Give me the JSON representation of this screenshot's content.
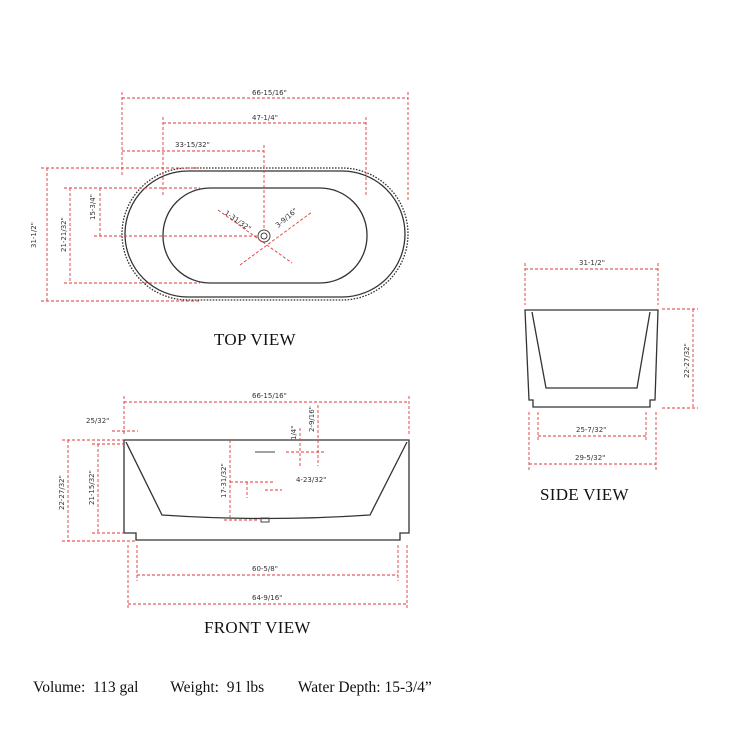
{
  "views": {
    "top": {
      "title": "TOP VIEW",
      "dims": {
        "overall_length": "66-15/16\"",
        "inner_length": "47-1/4\"",
        "drain_offset": "33-15/32\"",
        "overall_width": "31-1/2\"",
        "inner_width": "21-21/32\"",
        "half_inner_width": "15-3/4\"",
        "drain_dim_a": "1-31/32\"",
        "drain_dim_b": "3-9/16\""
      }
    },
    "side": {
      "title": "SIDE VIEW",
      "dims": {
        "top_width": "31-1/2\"",
        "height": "22-27/32\"",
        "base_inner": "25-7/32\"",
        "base_outer": "29-5/32\""
      }
    },
    "front": {
      "title": "FRONT VIEW",
      "dims": {
        "overall_length": "66-15/16\"",
        "rim_thickness": "25/32\"",
        "overall_height": "22-27/32\"",
        "inner_height": "21-15/32\"",
        "overflow_height": "17-31/32\"",
        "overflow_size": "1/4\"",
        "overflow_drop": "2-9/16\"",
        "overflow_offset": "4-23/32\"",
        "base_inner_length": "60-5/8\"",
        "base_outer_length": "64-9/16\""
      }
    }
  },
  "specs": {
    "volume_label": "Volume:",
    "volume_value": "113 gal",
    "weight_label": "Weight:",
    "weight_value": "91 lbs",
    "depth_label": "Water Depth:",
    "depth_value": "15-3/4”"
  }
}
